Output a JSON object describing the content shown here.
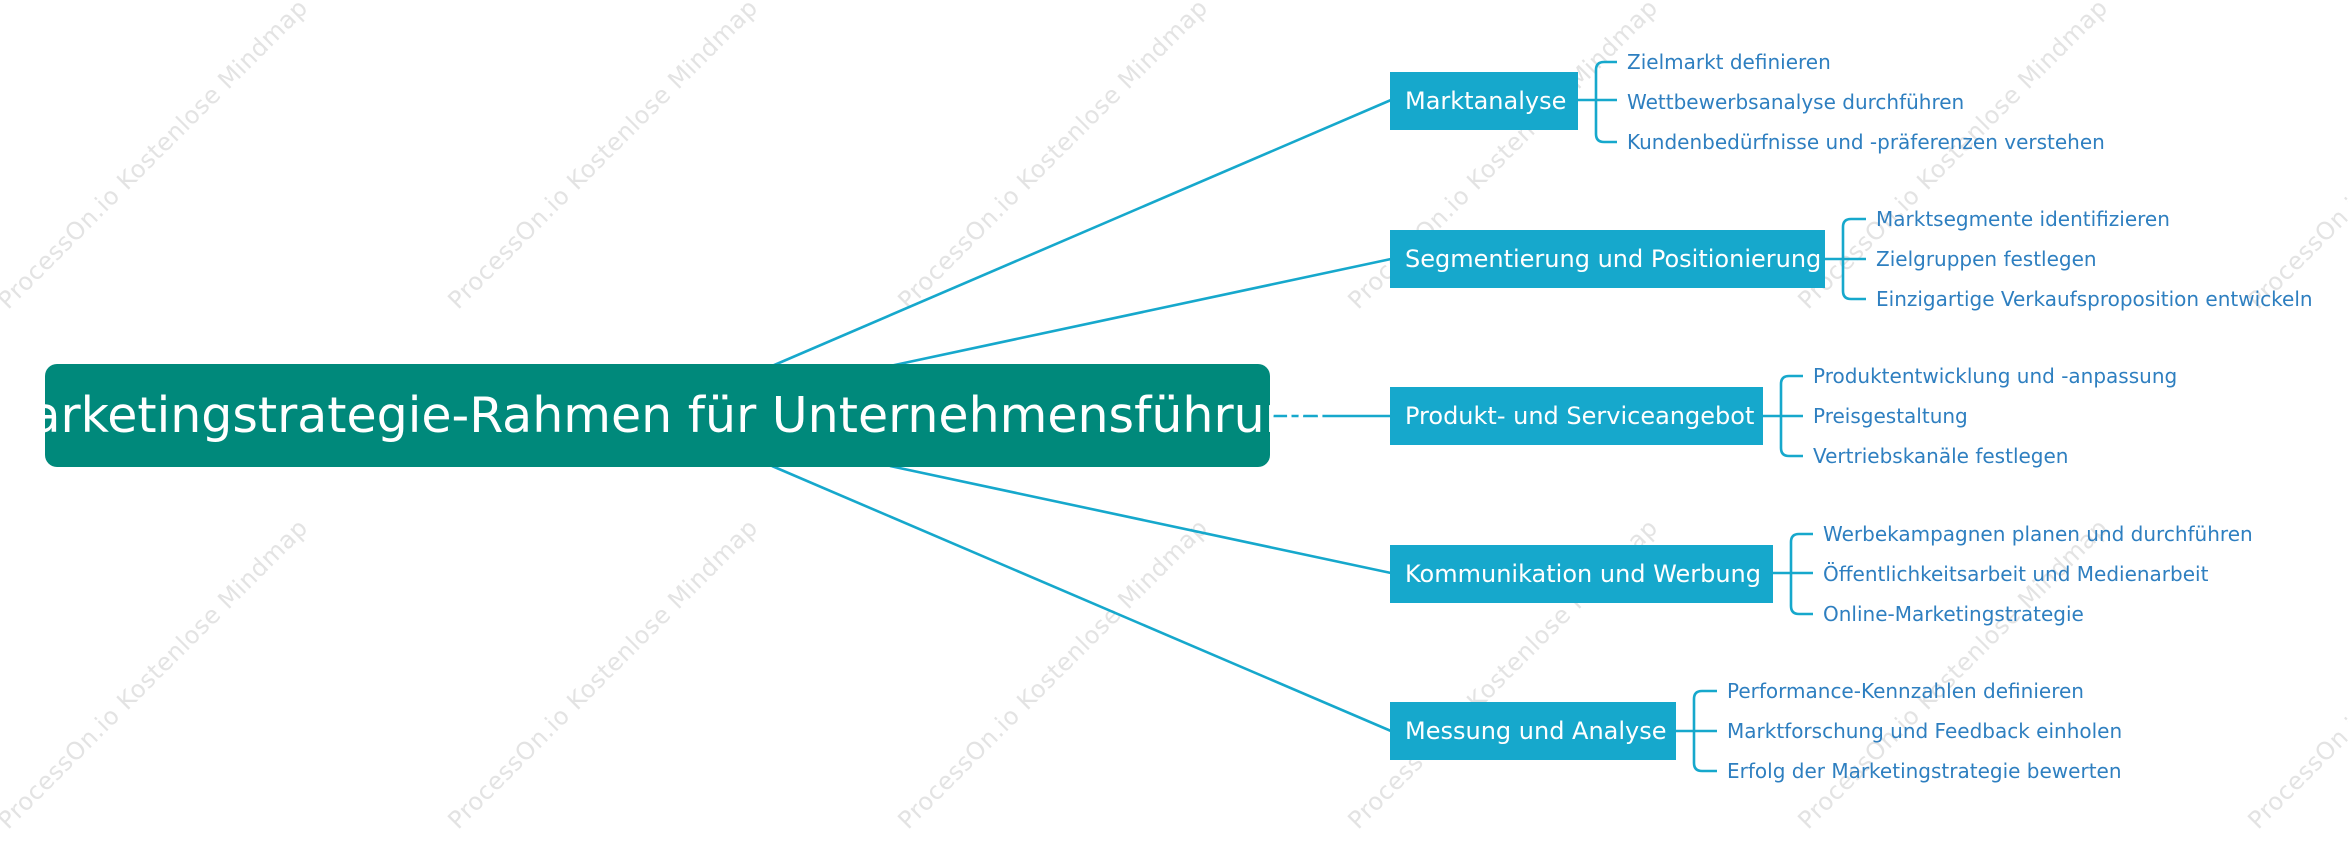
{
  "watermark": "ProcessOn.io Kostenlose Mindmap",
  "root": {
    "label": "Marketingstrategie-Rahmen für Unternehmensführung"
  },
  "branches": [
    {
      "label": "Marktanalyse",
      "children": [
        "Zielmarkt definieren",
        "Wettbewerbsanalyse durchführen",
        "Kundenbedürfnisse und -präferenzen verstehen"
      ]
    },
    {
      "label": "Segmentierung und Positionierung",
      "children": [
        "Marktsegmente identifizieren",
        "Zielgruppen festlegen",
        "Einzigartige Verkaufsproposition entwickeln"
      ]
    },
    {
      "label": "Produkt- und Serviceangebot",
      "children": [
        "Produktentwicklung und -anpassung",
        "Preisgestaltung",
        "Vertriebskanäle festlegen"
      ]
    },
    {
      "label": "Kommunikation und Werbung",
      "children": [
        "Werbekampagnen planen und durchführen",
        "Öffentlichkeitsarbeit und Medienarbeit",
        "Online-Marketingstrategie"
      ]
    },
    {
      "label": "Messung und Analyse",
      "children": [
        "Performance-Kennzahlen definieren",
        "Marktforschung und Feedback einholen",
        "Erfolg der Marketingstrategie bewerten"
      ]
    }
  ],
  "colors": {
    "root": "#00897b",
    "branch": "#16a8cc",
    "line": "#16a8cc",
    "leaf_text": "#2e7fc0",
    "watermark": "#e3e3e3"
  }
}
